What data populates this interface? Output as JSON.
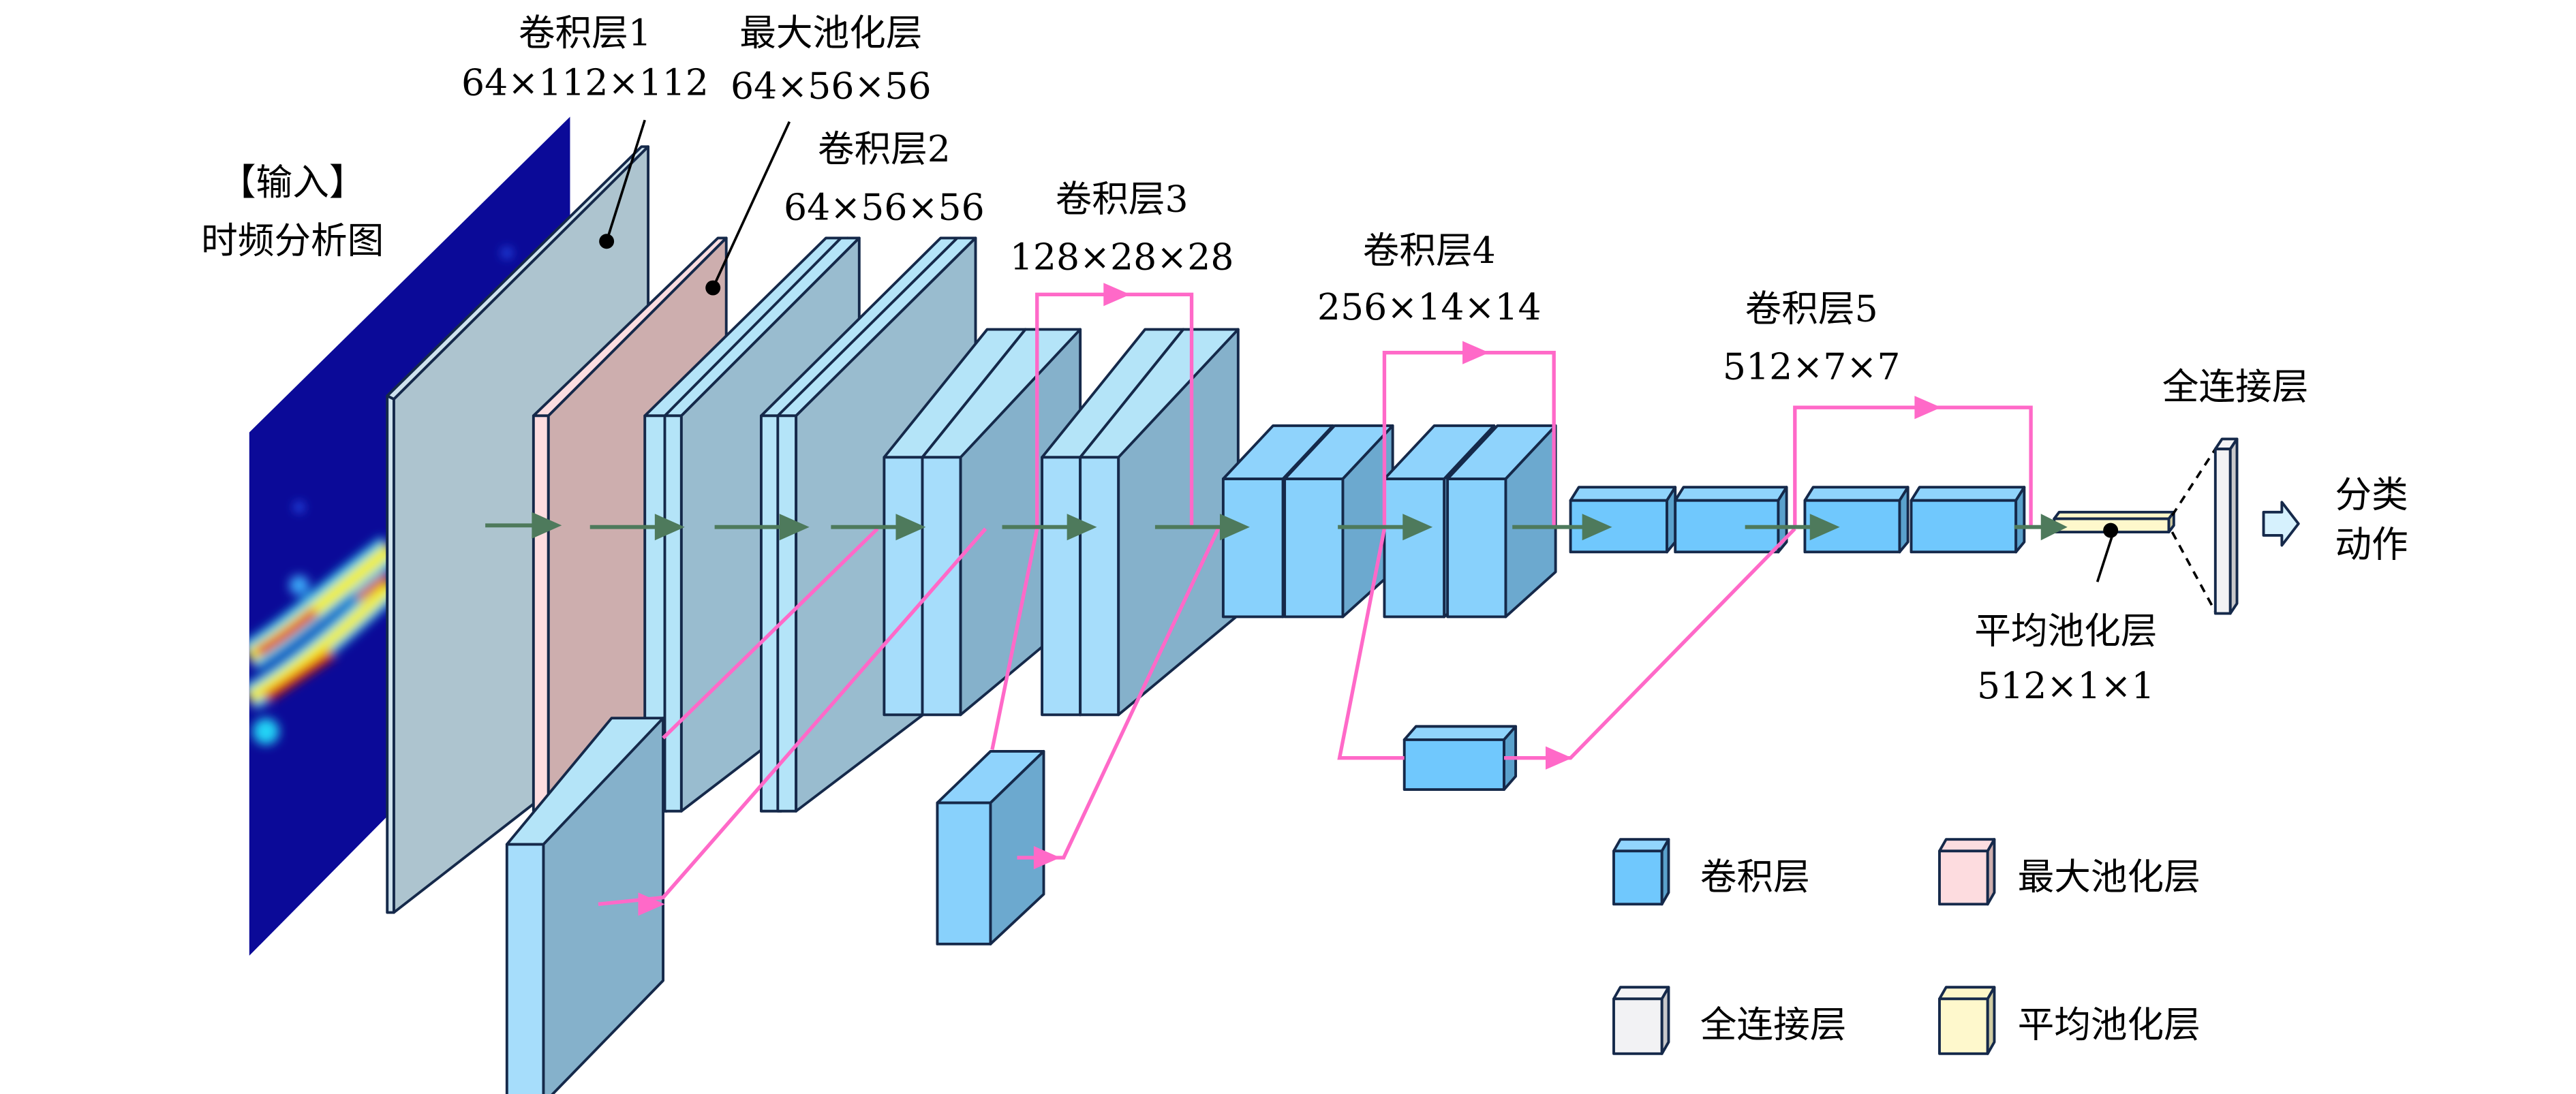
{
  "figure": {
    "input": {
      "line1": "【输入】",
      "line2": "时频分析图"
    },
    "layers": [
      {
        "name": "卷积层1",
        "dims": "64×112×112"
      },
      {
        "name": "最大池化层",
        "dims": "64×56×56"
      },
      {
        "name": "卷积层2",
        "dims": "64×56×56"
      },
      {
        "name": "卷积层3",
        "dims": "128×28×28"
      },
      {
        "name": "卷积层4",
        "dims": "256×14×14"
      },
      {
        "name": "卷积层5",
        "dims": "512×7×7"
      },
      {
        "name": "平均池化层",
        "dims": "512×1×1"
      },
      {
        "name": "全连接层",
        "dims": ""
      }
    ],
    "output": {
      "line1": "分类",
      "line2": "动作"
    }
  },
  "legend": [
    {
      "label": "卷积层",
      "front": "#70c8fd",
      "top": "#92d5fd",
      "side": "#5aa1cc"
    },
    {
      "label": "最大池化层",
      "front": "#fddcdf",
      "top": "#fbdde0",
      "side": "#cdaeae"
    },
    {
      "label": "全连接层",
      "front": "#f2f2f4",
      "top": "#f4f4f6",
      "side": "#c8c8ca"
    },
    {
      "label": "平均池化层",
      "front": "#fef8cc",
      "top": "#fdf6c8",
      "side": "#d0cca4"
    }
  ],
  "colors": {
    "skip_connection": "#ff69c8",
    "main_flow": "#4e7a5c",
    "outline": "#15294a"
  }
}
